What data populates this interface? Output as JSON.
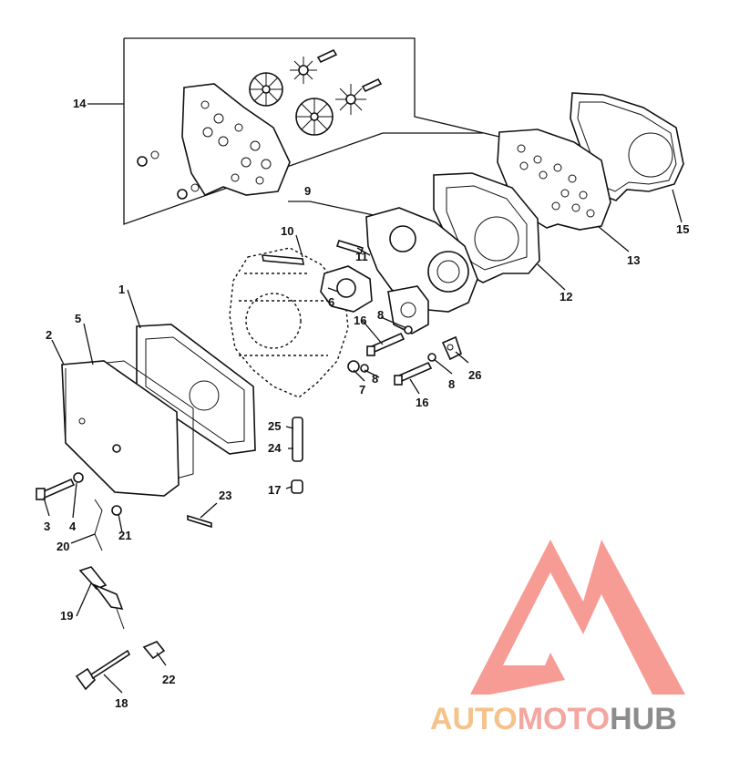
{
  "callouts": [
    "1",
    "2",
    "3",
    "4",
    "5",
    "6",
    "7",
    "8",
    "8",
    "8",
    "9",
    "10",
    "11",
    "12",
    "13",
    "14",
    "15",
    "16",
    "16",
    "17",
    "18",
    "19",
    "20",
    "21",
    "22",
    "23",
    "24",
    "25",
    "26"
  ],
  "watermark": {
    "part1": "AUTO",
    "part2": "MOTO",
    "part3": "HUB",
    "color_part1": "#f6c28b",
    "color_part2": "#f4a6a0",
    "color_part3": "#8c8c8c",
    "logo_color": "#f48b82"
  }
}
